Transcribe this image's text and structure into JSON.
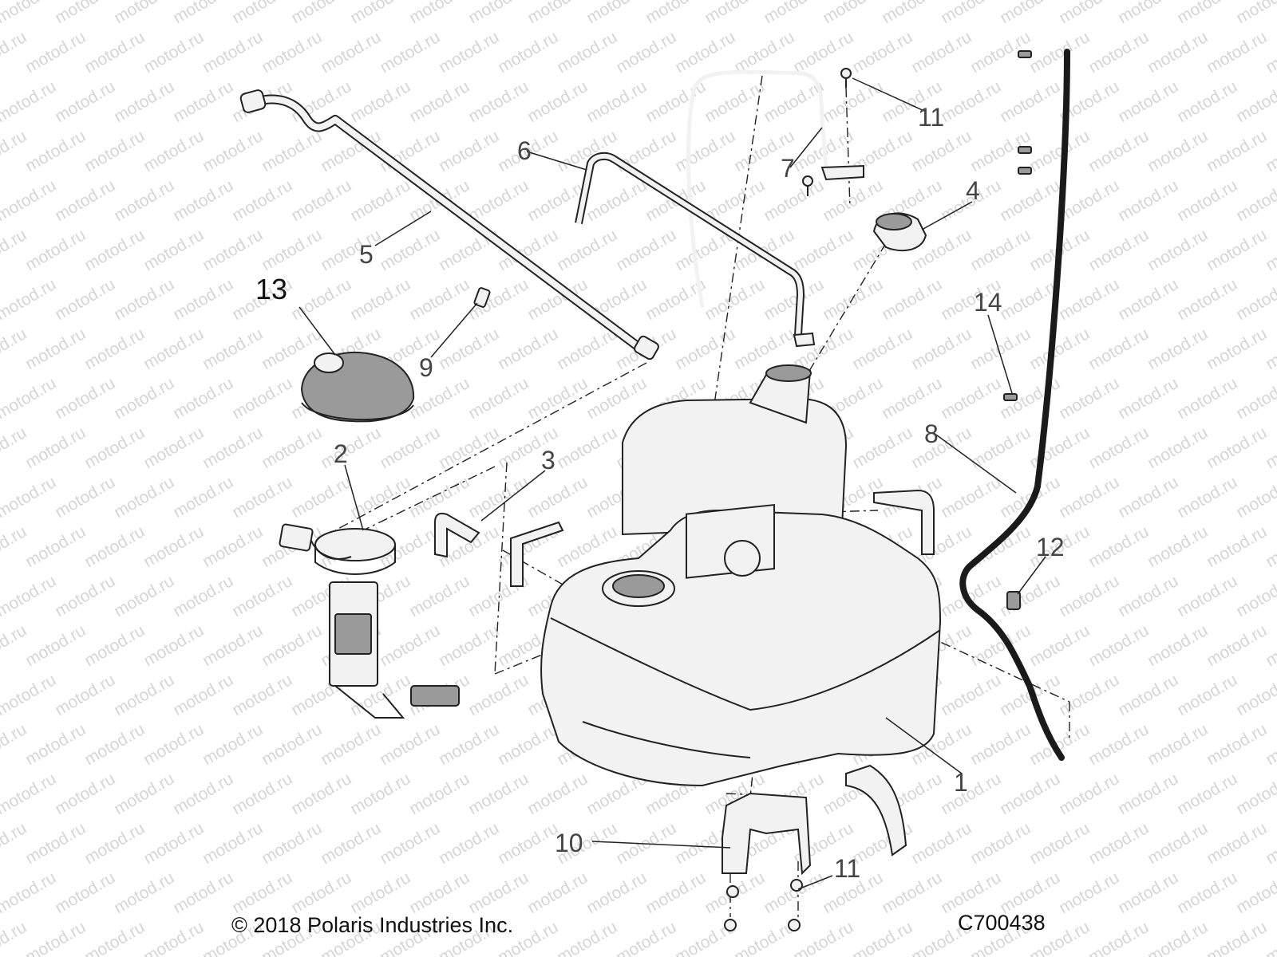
{
  "watermark_text": "motod.ru",
  "callouts": [
    {
      "id": "1",
      "label": "1"
    },
    {
      "id": "2",
      "label": "2"
    },
    {
      "id": "3",
      "label": "3"
    },
    {
      "id": "4",
      "label": "4"
    },
    {
      "id": "5",
      "label": "5"
    },
    {
      "id": "6",
      "label": "6"
    },
    {
      "id": "7",
      "label": "7"
    },
    {
      "id": "8",
      "label": "8"
    },
    {
      "id": "9",
      "label": "9"
    },
    {
      "id": "10",
      "label": "10"
    },
    {
      "id": "11a",
      "label": "11"
    },
    {
      "id": "11b",
      "label": "11"
    },
    {
      "id": "12",
      "label": "12"
    },
    {
      "id": "13",
      "label": "13"
    },
    {
      "id": "14",
      "label": "14"
    }
  ],
  "footer": {
    "copyright": "© 2018 Polaris Industries Inc.",
    "diagram_code": "C700438"
  },
  "colors": {
    "line": "#222222",
    "watermark": "#d6d6d6",
    "callout": "#444444"
  }
}
